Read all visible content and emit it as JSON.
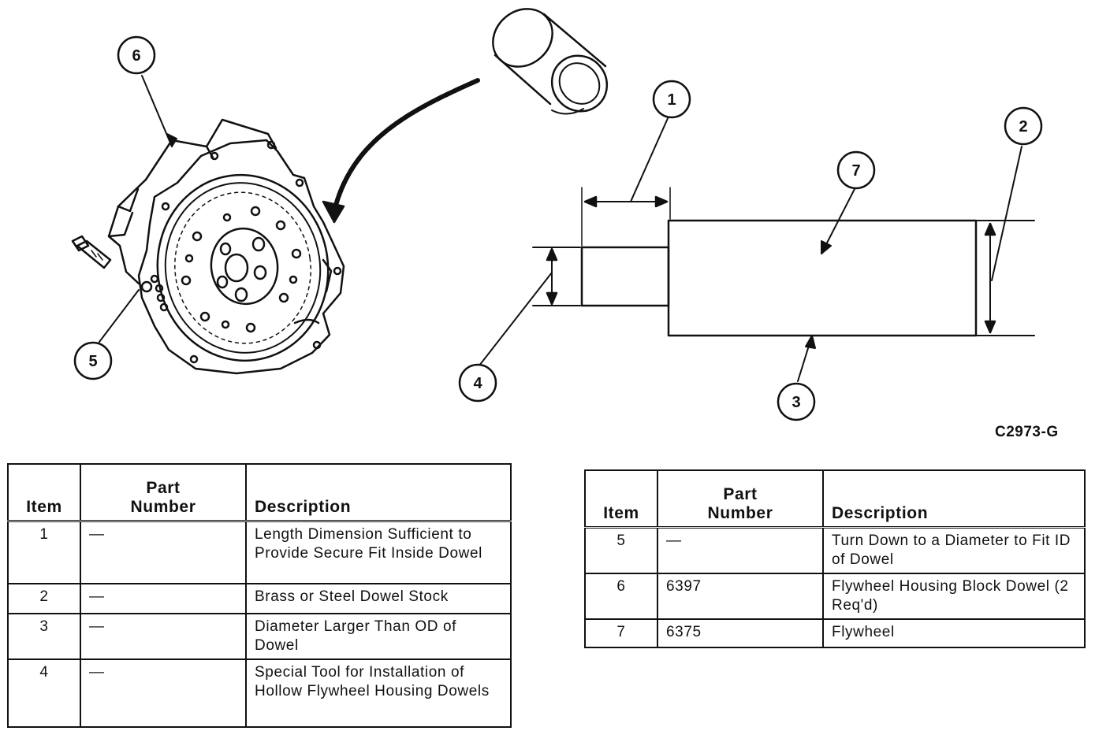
{
  "figure": {
    "code": "C2973-G",
    "callouts": [
      "1",
      "2",
      "3",
      "4",
      "5",
      "6",
      "7"
    ]
  },
  "tables": {
    "headers": {
      "item": "Item",
      "part_line1": "Part",
      "part_line2": "Number",
      "description": "Description"
    },
    "left": [
      {
        "item": "1",
        "part": "—",
        "description": "Length Dimension Sufficient to Provide Secure Fit Inside Dowel"
      },
      {
        "item": "2",
        "part": "—",
        "description": "Brass or Steel Dowel Stock"
      },
      {
        "item": "3",
        "part": "—",
        "description": "Diameter Larger Than OD of Dowel"
      },
      {
        "item": "4",
        "part": "—",
        "description": "Special Tool for Installation of Hollow Flywheel Housing Dowels"
      }
    ],
    "right": [
      {
        "item": "5",
        "part": "—",
        "description": "Turn Down to a Diameter to Fit ID of Dowel"
      },
      {
        "item": "6",
        "part": "6397",
        "description": "Flywheel Housing Block Dowel (2 Req'd)"
      },
      {
        "item": "7",
        "part": "6375",
        "description": "Flywheel"
      }
    ]
  }
}
